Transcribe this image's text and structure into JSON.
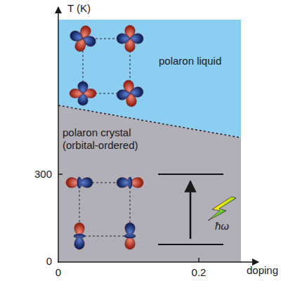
{
  "diagram": {
    "nodes": [
      {
        "text": [
          "polaron liquid"
        ]
      },
      {
        "text": [
          "polaron crystal (orbital-ordered)"
        ]
      }
    ],
    "labels": [
      "T (K)",
      "300",
      "0",
      "0",
      "0.2",
      "doping",
      "ħω"
    ]
  }
}
